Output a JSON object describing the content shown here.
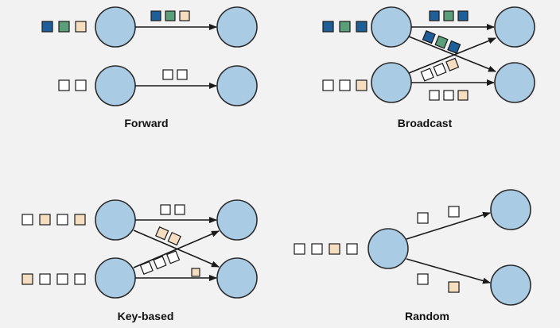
{
  "panels": [
    {
      "id": "forward",
      "label": "Forward"
    },
    {
      "id": "broadcast",
      "label": "Broadcast"
    },
    {
      "id": "key-based",
      "label": "Key-based"
    },
    {
      "id": "random",
      "label": "Random"
    }
  ],
  "colors": {
    "node_fill": "#a9cbe4",
    "record_dark_blue": "#1f5f99",
    "record_green": "#5a9e7a",
    "record_peach": "#f5ddc0",
    "record_white": "#ffffff",
    "outline": "#1a1a1a",
    "background": "#f2f2f2"
  }
}
